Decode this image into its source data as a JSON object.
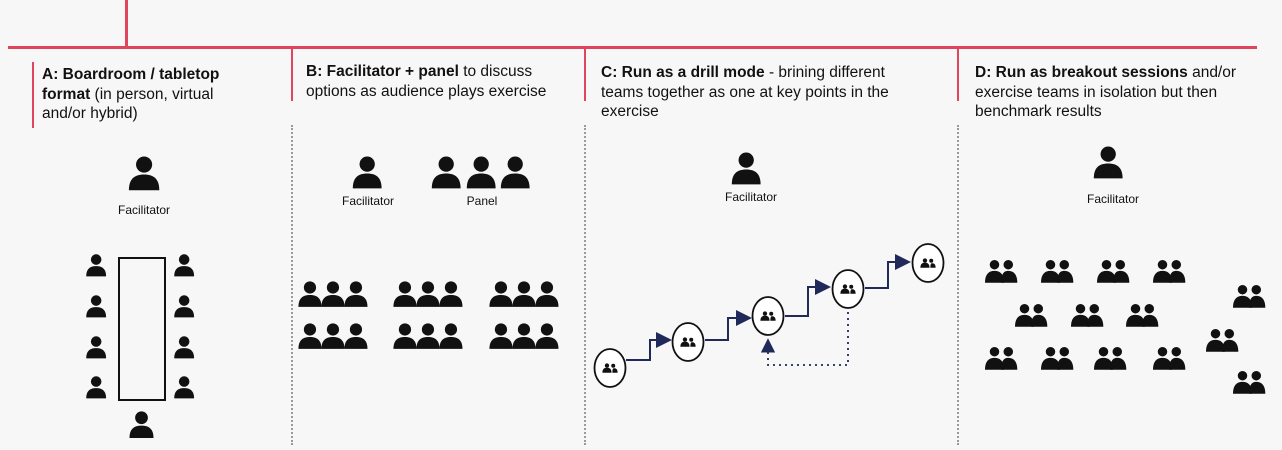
{
  "sections": [
    {
      "id": "A",
      "heading_bold": "A: Boardroom / tabletop format",
      "heading_rest": " (in person, virtual and/or hybrid)",
      "label": "Facilitator"
    },
    {
      "id": "B",
      "heading_bold": "B: Facilitator + panel",
      "heading_rest": " to discuss options as audience plays exercise",
      "label_facilitator": "Facilitator",
      "label_panel": "Panel"
    },
    {
      "id": "C",
      "heading_bold": "C: Run as a drill mode",
      "heading_rest": " - brining different teams together as one at key points in the exercise",
      "label": "Facilitator"
    },
    {
      "id": "D",
      "heading_bold": "D:  Run as breakout sessions",
      "heading_rest": " and/or exercise teams in isolation but then benchmark results",
      "label": "Facilitator"
    }
  ],
  "colors": {
    "accent": "#e0455e",
    "icon": "#111111",
    "drill": "#1f2a5a"
  },
  "icons": {
    "person": "person-icon",
    "group": "group-icon"
  }
}
